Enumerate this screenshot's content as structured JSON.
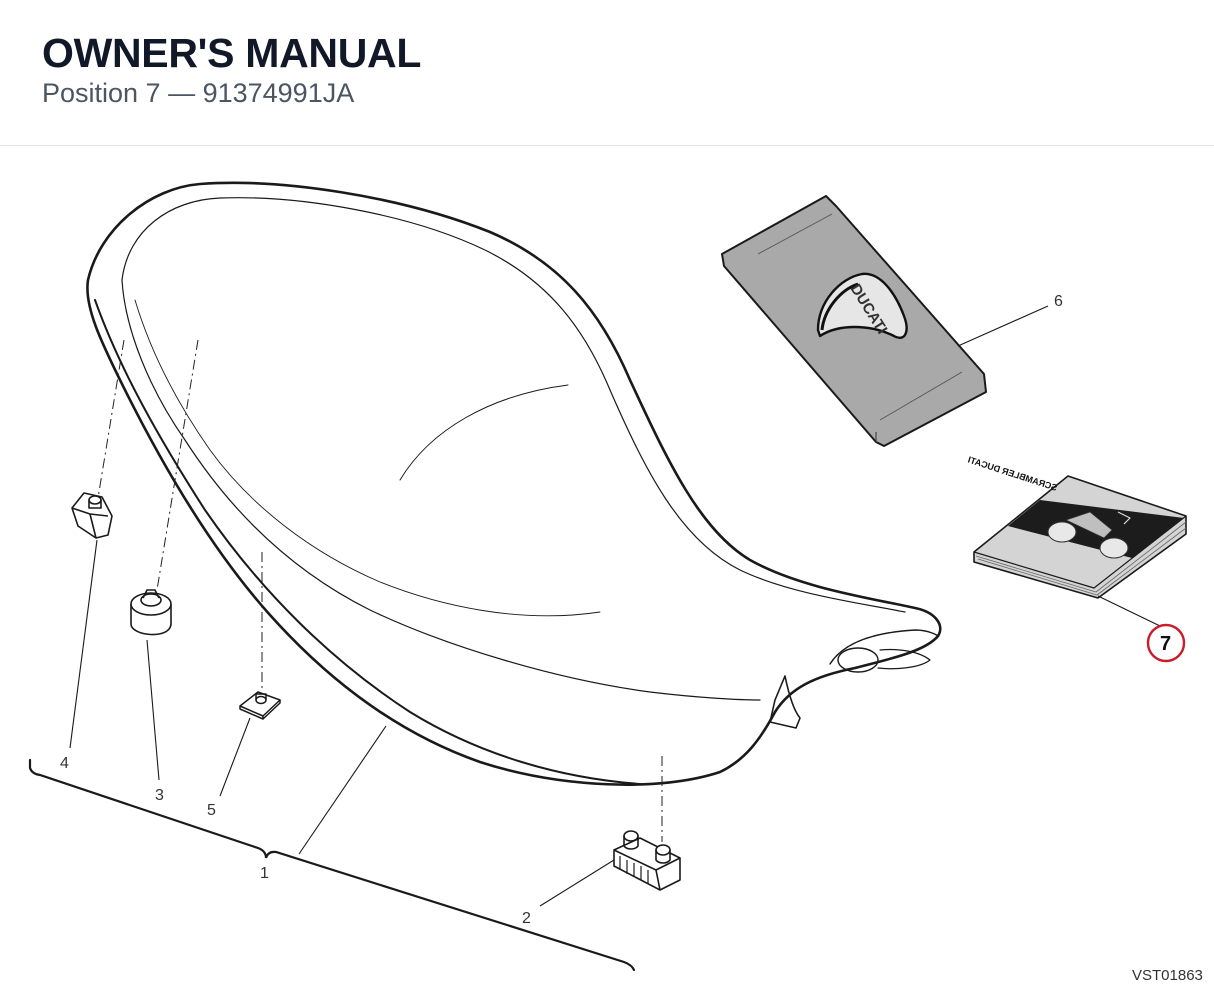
{
  "header": {
    "title": "OWNER'S MANUAL",
    "subtitle": "Position 7 — 91374991JA"
  },
  "diagram": {
    "callouts": [
      {
        "id": 1,
        "label": "1",
        "highlighted": false
      },
      {
        "id": 2,
        "label": "2",
        "highlighted": false
      },
      {
        "id": 3,
        "label": "3",
        "highlighted": false
      },
      {
        "id": 4,
        "label": "4",
        "highlighted": false
      },
      {
        "id": 5,
        "label": "5",
        "highlighted": false
      },
      {
        "id": 6,
        "label": "6",
        "highlighted": false
      },
      {
        "id": 7,
        "label": "7",
        "highlighted": true
      }
    ],
    "highlight_color": "#c81e2a",
    "reference_code": "VST01863",
    "cover_logo": "DUCATI",
    "booklet_text": "SCRAMBLER DUCATI"
  }
}
